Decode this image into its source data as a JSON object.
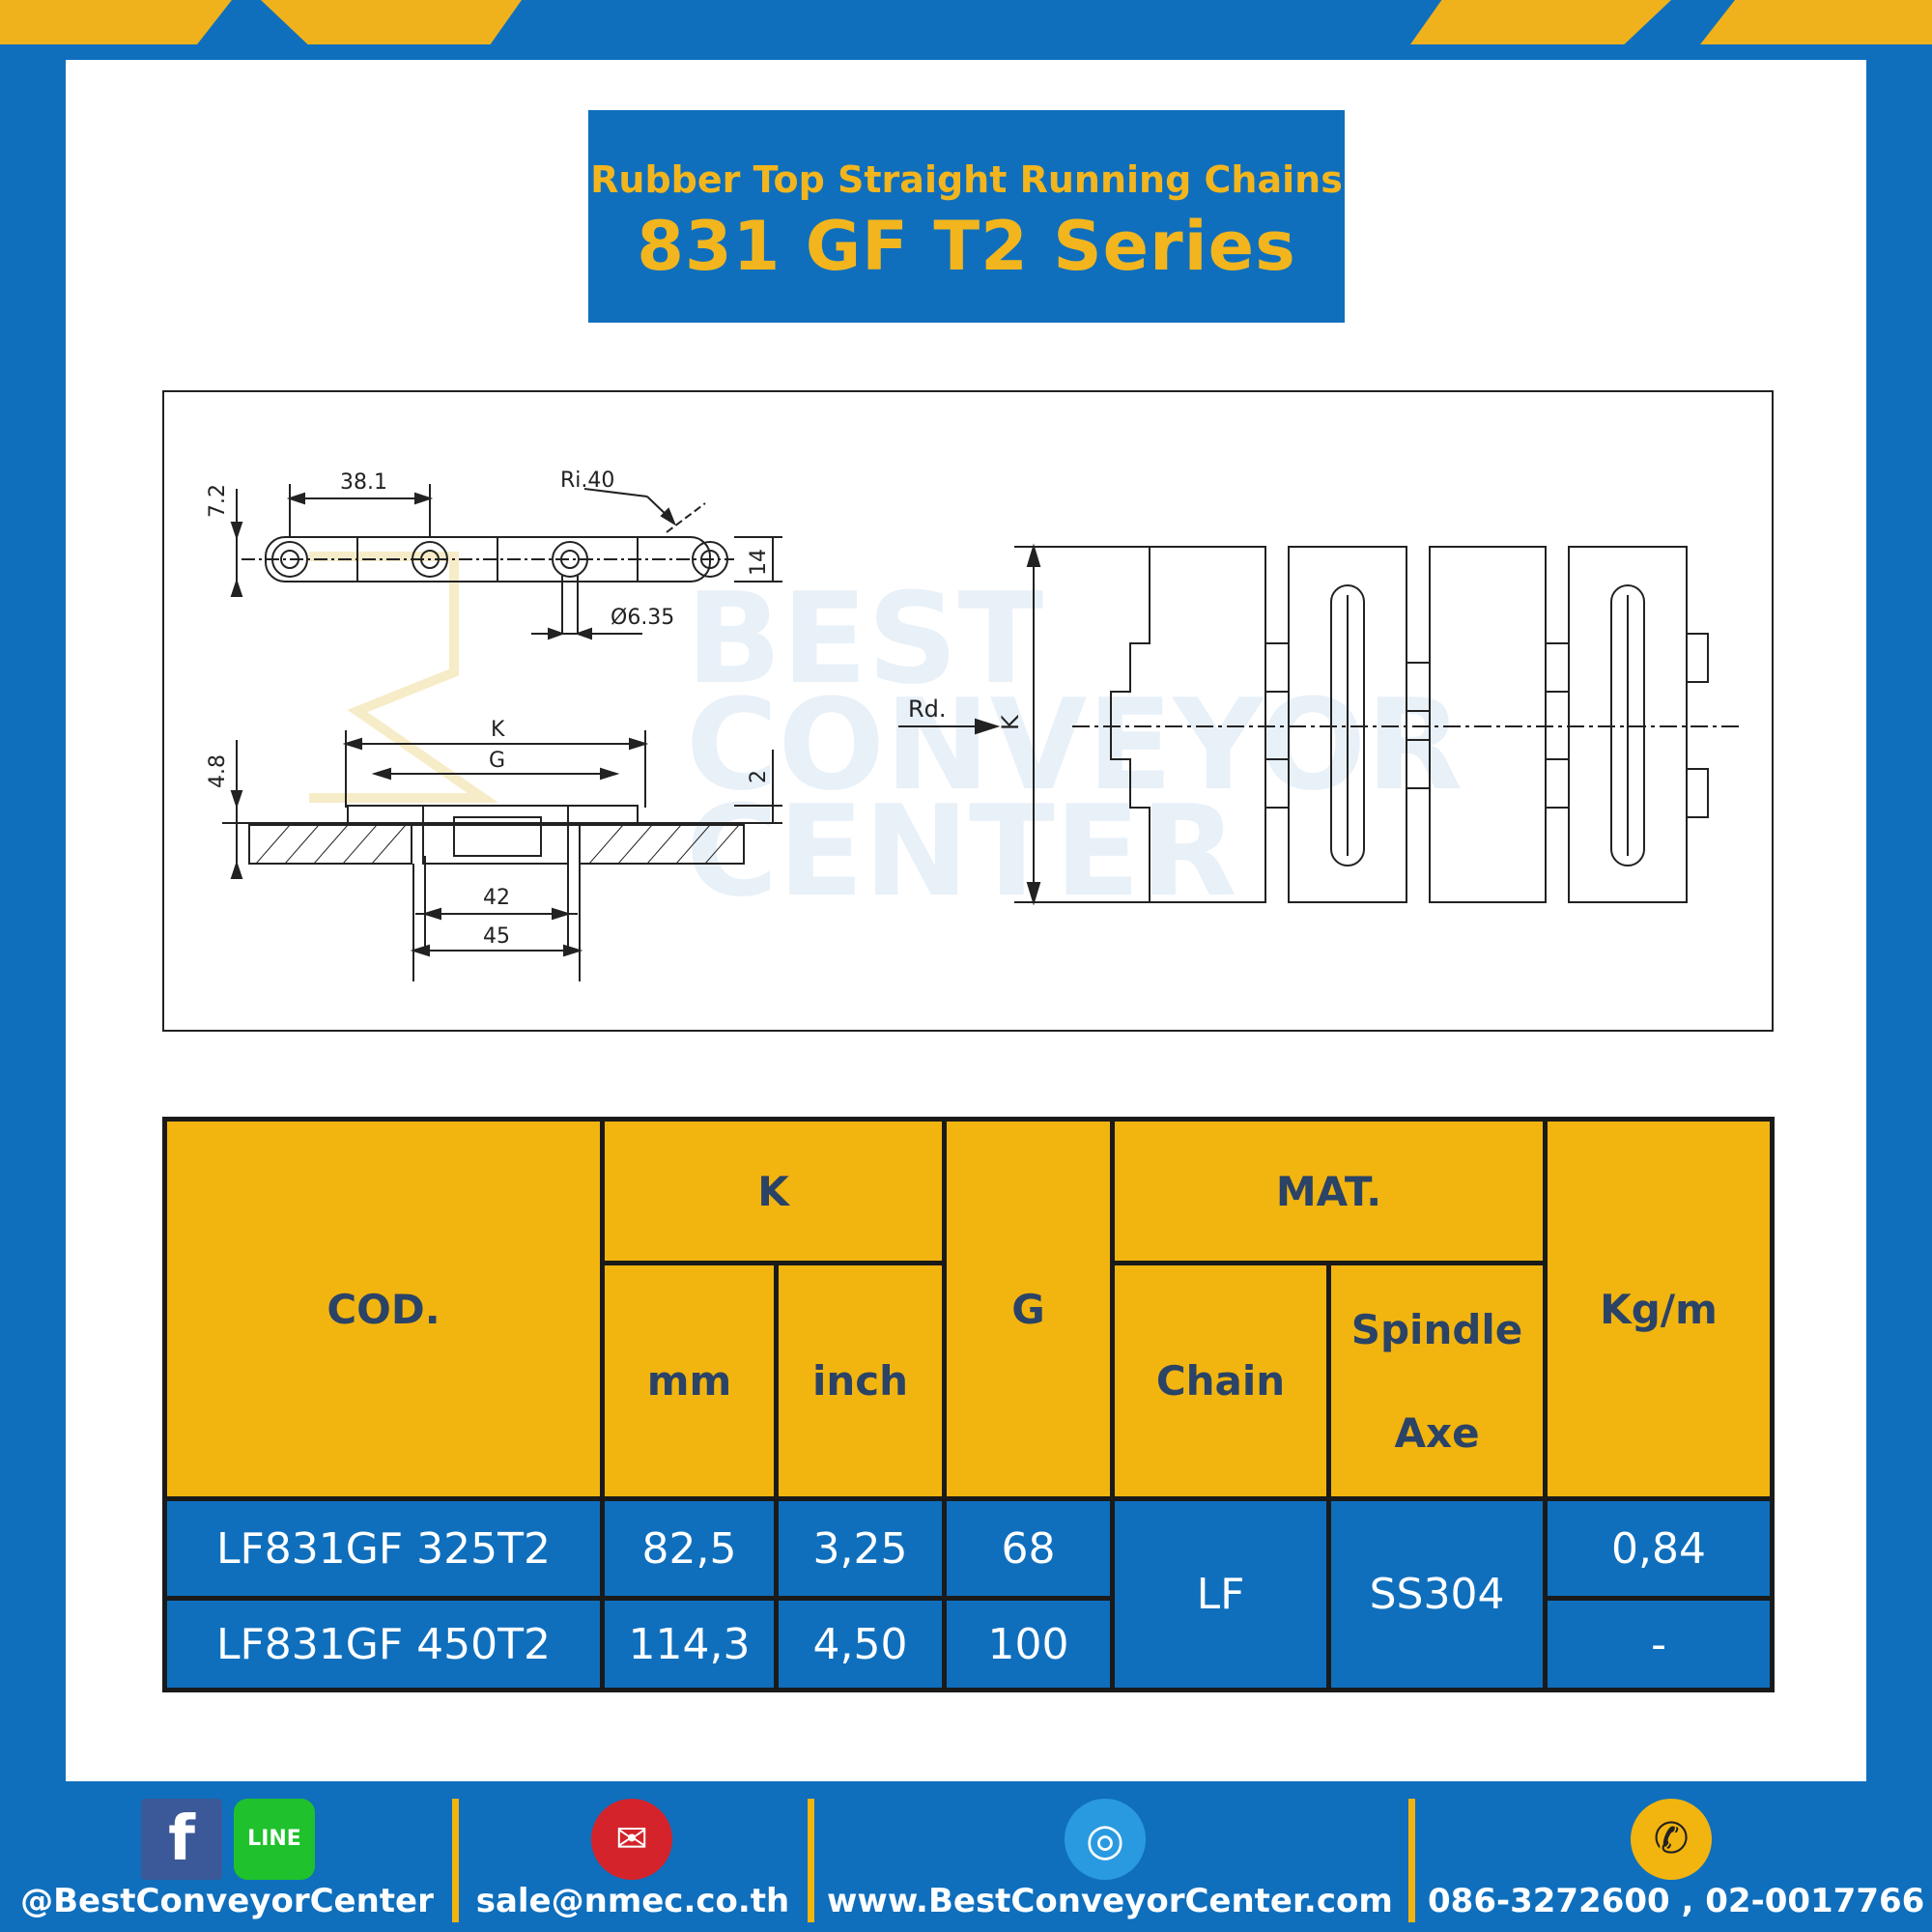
{
  "header": {
    "subtitle": "Rubber Top Straight Running Chains",
    "title": "831 GF T2 Series"
  },
  "drawing": {
    "watermark": [
      "BEST",
      "CONVEYOR",
      "CENTER"
    ],
    "dims": {
      "pitch": "38.1",
      "radius": "Ri.40",
      "height_top": "7.2",
      "thickness": "14",
      "pin_dia": "Ø6.35",
      "height_mid": "4.8",
      "K": "K",
      "G": "G",
      "gap": "2",
      "w42": "42",
      "w45": "45",
      "rd": "Rd.",
      "k_side": "K"
    }
  },
  "table": {
    "headers": {
      "cod": "COD.",
      "k": "K",
      "mm": "mm",
      "inch": "inch",
      "g": "G",
      "mat": "MAT.",
      "chain": "Chain",
      "spindle_1": "Spindle",
      "spindle_2": "Axe",
      "kgm": "Kg/m"
    },
    "rows": [
      {
        "cod": "LF831GF 325T2",
        "mm": "82,5",
        "inch": "3,25",
        "g": "68",
        "kgm": "0,84"
      },
      {
        "cod": "LF831GF 450T2",
        "mm": "114,3",
        "inch": "4,50",
        "g": "100",
        "kgm": "-"
      }
    ],
    "mat_chain": "LF",
    "mat_spindle": "SS304"
  },
  "footer": {
    "social": "@BestConveyorCenter",
    "email": "sale@nmec.co.th",
    "website": "www.BestConveyorCenter.com",
    "phone": "086-3272600 , 02-0017766",
    "line_label": "LINE",
    "fb_label": "f"
  },
  "colors": {
    "brand_blue": "#0f6fbd",
    "brand_yellow": "#f2b40f",
    "header_text": "#2a4366"
  }
}
